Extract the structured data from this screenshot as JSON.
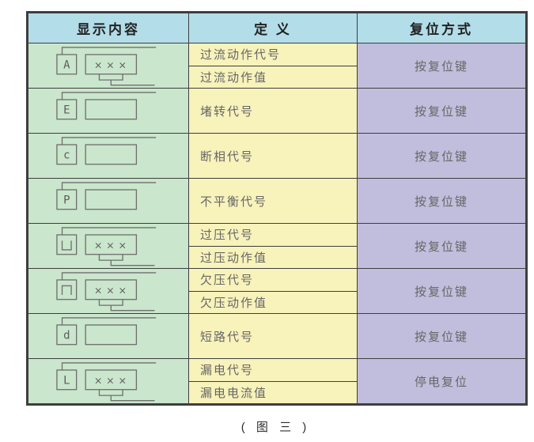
{
  "caption": "( 图 三 )",
  "colors": {
    "header_bg": "#b2dde9",
    "display_bg": "#cae6cc",
    "definition_bg": "#f8f2bb",
    "reset_bg": "#c0bedc",
    "border": "#3e3e3e",
    "header_text": "#222222",
    "body_text": "#666666",
    "icon_stroke": "#6f6f6f"
  },
  "table": {
    "headers": [
      "显示内容",
      "定 义",
      "复位方式"
    ],
    "rows": [
      {
        "display": {
          "code_symbol": "A",
          "code_render": "text",
          "value_display": "×××"
        },
        "definitions": [
          "过流动作代号",
          "过流动作值"
        ],
        "reset": "按复位键"
      },
      {
        "display": {
          "code_symbol": "E",
          "code_render": "text",
          "value_display": ""
        },
        "definitions": [
          "堵转代号"
        ],
        "reset": "按复位键"
      },
      {
        "display": {
          "code_symbol": "c",
          "code_render": "text",
          "value_display": ""
        },
        "definitions": [
          "断相代号"
        ],
        "reset": "按复位键"
      },
      {
        "display": {
          "code_symbol": "P",
          "code_render": "text",
          "value_display": ""
        },
        "definitions": [
          "不平衡代号"
        ],
        "reset": "按复位键"
      },
      {
        "display": {
          "code_symbol": "凵",
          "code_render": "open-top",
          "value_display": "×××"
        },
        "definitions": [
          "过压代号",
          "过压动作值"
        ],
        "reset": "按复位键"
      },
      {
        "display": {
          "code_symbol": "冂",
          "code_render": "open-bottom",
          "value_display": "×××"
        },
        "definitions": [
          "欠压代号",
          "欠压动作值"
        ],
        "reset": "按复位键"
      },
      {
        "display": {
          "code_symbol": "d",
          "code_render": "text",
          "value_display": ""
        },
        "definitions": [
          "短路代号"
        ],
        "reset": "按复位键"
      },
      {
        "display": {
          "code_symbol": "L",
          "code_render": "text",
          "value_display": "×××"
        },
        "definitions": [
          "漏电代号",
          "漏电电流值"
        ],
        "reset": "停电复位"
      }
    ]
  }
}
